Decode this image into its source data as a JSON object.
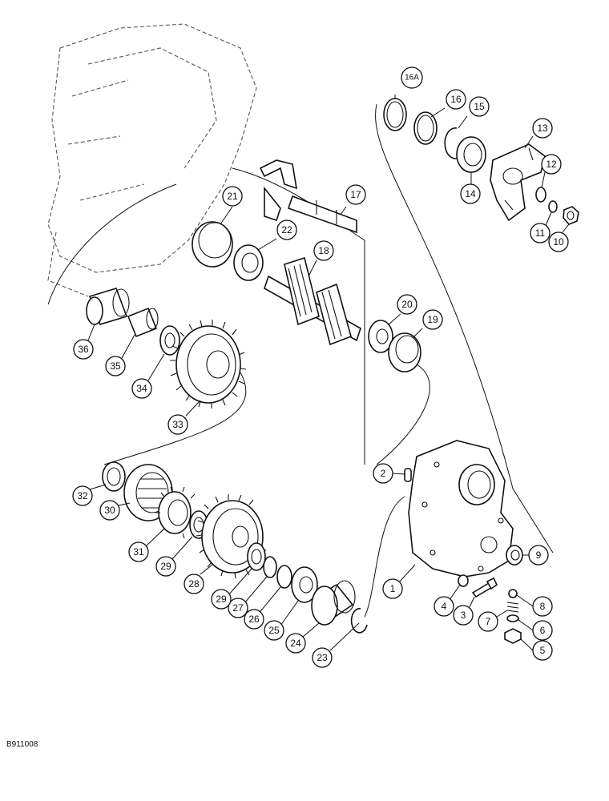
{
  "figure_id": "B911008",
  "callouts": [
    "1",
    "2",
    "3",
    "4",
    "5",
    "6",
    "7",
    "8",
    "9",
    "10",
    "11",
    "12",
    "13",
    "14",
    "15",
    "16",
    "16A",
    "17",
    "18",
    "19",
    "20",
    "21",
    "22",
    "23",
    "24",
    "25",
    "26",
    "27",
    "28",
    "29",
    "29",
    "30",
    "31",
    "32",
    "33",
    "34",
    "35",
    "36"
  ]
}
